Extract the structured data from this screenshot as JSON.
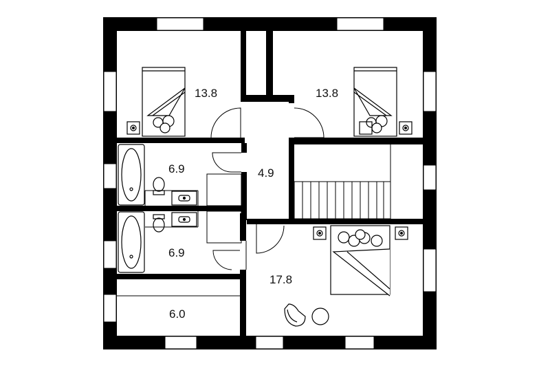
{
  "floor_plan": {
    "rooms": [
      {
        "id": "bedroom-nw",
        "type": "bedroom",
        "area": "13.8"
      },
      {
        "id": "bedroom-ne",
        "type": "bedroom",
        "area": "13.8"
      },
      {
        "id": "bathroom-upper",
        "type": "bathroom",
        "area": "6.9"
      },
      {
        "id": "bathroom-lower",
        "type": "bathroom",
        "area": "6.9"
      },
      {
        "id": "hall",
        "type": "corridor",
        "area": "4.9"
      },
      {
        "id": "master-bedroom",
        "type": "bedroom",
        "area": "17.8"
      },
      {
        "id": "storage",
        "type": "room",
        "area": "6.0"
      }
    ],
    "colors": {
      "wall": "#000000",
      "fixture": "#000000",
      "background": "#ffffff"
    }
  }
}
